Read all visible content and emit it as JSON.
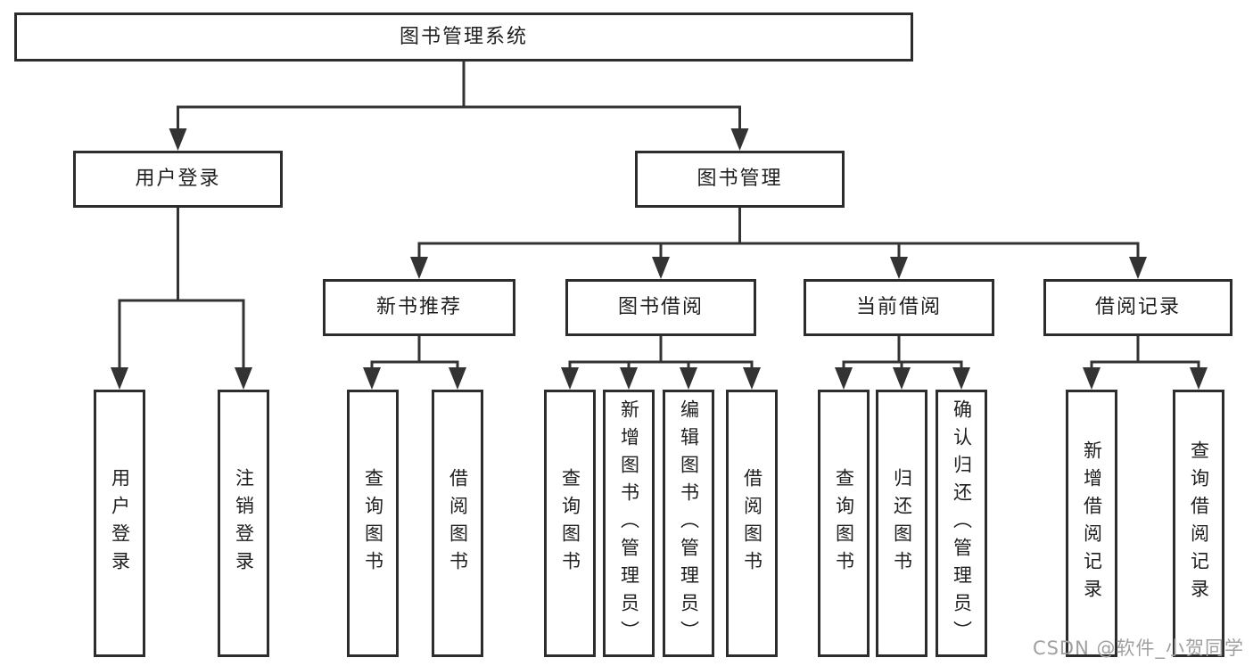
{
  "colors": {
    "line": "#333333",
    "box_border": "#2d2d2d",
    "text": "#1f1f1f",
    "watermark": "#a0a0a0",
    "background": "#ffffff"
  },
  "watermark": {
    "text": "CSDN @软件_小贺同学"
  },
  "tree": {
    "root": {
      "label": "图书管理系统"
    },
    "branches": [
      {
        "label": "用户登录",
        "children": [
          {
            "label": "用户登录"
          },
          {
            "label": "注销登录"
          }
        ]
      },
      {
        "label": "图书管理",
        "children": [
          {
            "label": "新书推荐",
            "children": [
              {
                "label": "查询图书"
              },
              {
                "label": "借阅图书"
              }
            ]
          },
          {
            "label": "图书借阅",
            "children": [
              {
                "label": "查询图书"
              },
              {
                "label": "新增图书（管理员）"
              },
              {
                "label": "编辑图书（管理员）"
              },
              {
                "label": "借阅图书"
              }
            ]
          },
          {
            "label": "当前借阅",
            "children": [
              {
                "label": "查询图书"
              },
              {
                "label": "归还图书"
              },
              {
                "label": "确认归还（管理员）"
              }
            ]
          },
          {
            "label": "借阅记录",
            "children": [
              {
                "label": "新增借阅记录"
              },
              {
                "label": "查询借阅记录"
              }
            ]
          }
        ]
      }
    ]
  }
}
